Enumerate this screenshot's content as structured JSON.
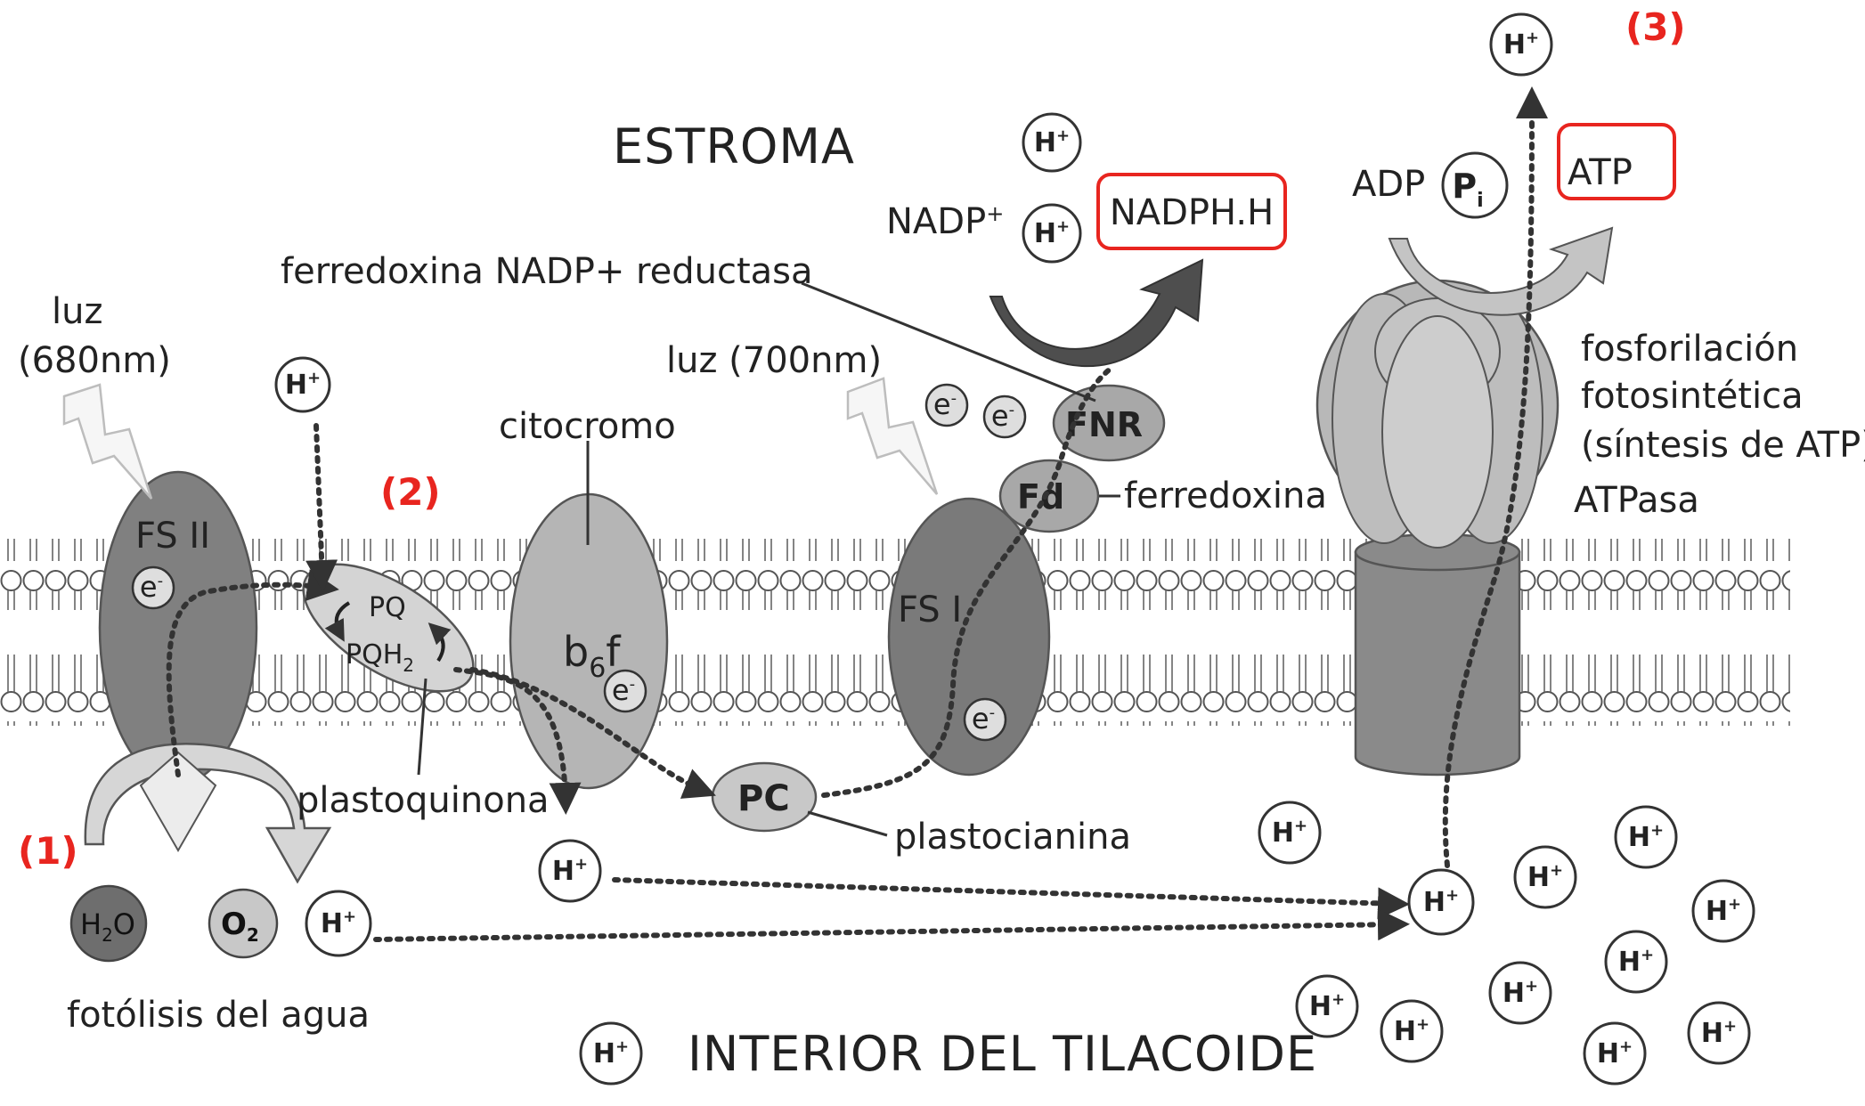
{
  "regions": {
    "stroma": "ESTROMA",
    "lumen": "INTERIOR DEL TILACOIDE"
  },
  "steps": {
    "one": "(1)",
    "two": "(2)",
    "three": "(3)"
  },
  "light": {
    "psii_line1": "luz",
    "psii_line2": "(680nm)",
    "psi": "luz (700nm)"
  },
  "complexes": {
    "psii": "FS II",
    "psi": "FS I",
    "b6f_main": "b",
    "b6f_sub": "6",
    "b6f_end": "f",
    "pq": "PQ",
    "pqh2_main": "PQH",
    "pqh2_sub": "2",
    "pc": "PC",
    "fd": "Fd",
    "fnr": "FNR"
  },
  "labels": {
    "citocromo": "citocromo",
    "plastoquinona": "plastoquinona",
    "plastocianina": "plastocianina",
    "ferredoxina": "ferredoxina",
    "fnr_name": "ferredoxina NADP+ reductasa",
    "fotolisis": "fotólisis del agua",
    "fosforilacion_1": "fosforilación",
    "fosforilacion_2": "fotosintética",
    "fosforilacion_3": "(síntesis de ATP)",
    "atpasa": "ATPasa"
  },
  "molecules": {
    "nadp": "NADP",
    "nadp_sup": "+",
    "nadph": "NADPH.H",
    "adp": "ADP",
    "pi_main": "P",
    "pi_sub": "i",
    "atp": "ATP",
    "h2o_a": "H",
    "h2o_sub": "2",
    "h2o_b": "O",
    "o2_main": "O",
    "o2_sub": "2"
  },
  "ions": {
    "proton": "H",
    "proton_charge": "+",
    "electron": "e",
    "electron_charge": "-"
  },
  "colors": {
    "complex_dark": "#7e7e7e",
    "complex_mid": "#b0b0b0",
    "complex_light": "#d0d0d0",
    "highlight_red": "#e8251f"
  }
}
